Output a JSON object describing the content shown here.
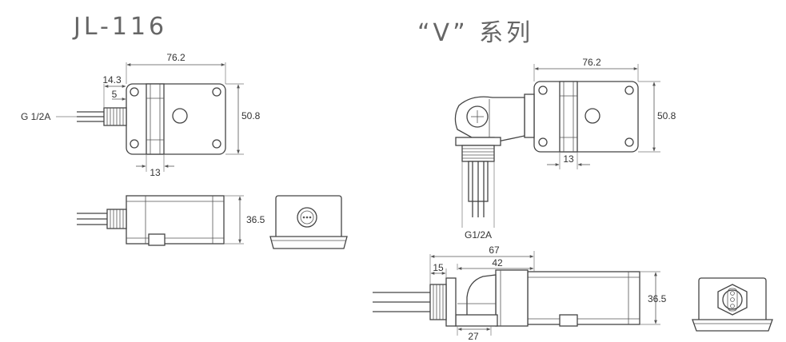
{
  "titles": {
    "left": "JL-116",
    "right": "“V” 系列"
  },
  "jl116": {
    "top_view": {
      "width_dim": "76.2",
      "thread_len_dim": "14.3",
      "small_dim": "5",
      "thread_label": "G 1/2A",
      "height_dim": "50.8",
      "clip_dim": "13"
    },
    "side_view": {
      "height_dim": "36.5"
    }
  },
  "v_series": {
    "top_view": {
      "width_dim": "76.2",
      "height_dim": "50.8",
      "clip_dim": "13",
      "thread_label": "G1/2A"
    },
    "side_view": {
      "total_dim": "67",
      "body_dim": "42",
      "thread_dim": "15",
      "elbow_dim": "27",
      "height_dim": "36.5"
    }
  }
}
